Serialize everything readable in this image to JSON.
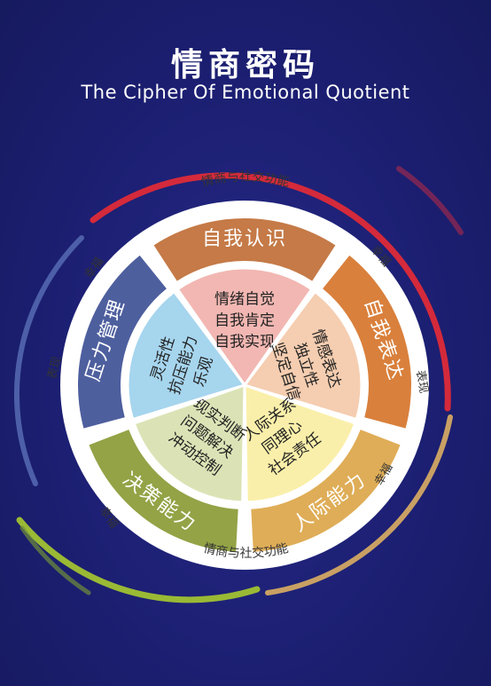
{
  "title": "情商密码",
  "subtitle": "The Cipher Of Emotional Quotient",
  "outer_labels": {
    "top": "情商与社交功能",
    "bottom": "情商与社交功能",
    "happiness_right_top": "幸福",
    "expression_right": "表现",
    "happiness_right_bottom": "幸福",
    "happiness_left_bottom": "幸福",
    "happiness_left_top": "幸福",
    "expression_left": "表现"
  },
  "segments": [
    {
      "key": "self_awareness",
      "title": "自我认识",
      "items": [
        "情绪自觉",
        "自我肯定",
        "自我实现"
      ],
      "outer_color": "#c57a47",
      "inner_color": "#f2b7b2"
    },
    {
      "key": "self_expression",
      "title": "自我表达",
      "items": [
        "情感表达",
        "独立性",
        "坚定自信"
      ],
      "outer_color": "#d9803c",
      "inner_color": "#f5cdb0"
    },
    {
      "key": "interpersonal",
      "title": "人际能力",
      "items": [
        "人际关系",
        "同理心",
        "社会责任"
      ],
      "outer_color": "#dfad57",
      "inner_color": "#faefaa"
    },
    {
      "key": "decision_making",
      "title": "决策能力",
      "items": [
        "现实判断",
        "问题解决",
        "冲动控制"
      ],
      "outer_color": "#93a346",
      "inner_color": "#dbe3b6"
    },
    {
      "key": "stress_management",
      "title": "压力管理",
      "items": [
        "灵活性",
        "抗压能力",
        "乐观"
      ],
      "outer_color": "#4e5f9e",
      "inner_color": "#a6d5ee"
    }
  ],
  "colors": {
    "background": "#1c1f6e",
    "arc_red": "#d42a3b",
    "arc_green": "#9ab935",
    "arc_tan": "#c9a064",
    "arc_blue": "#4d5fa8"
  }
}
